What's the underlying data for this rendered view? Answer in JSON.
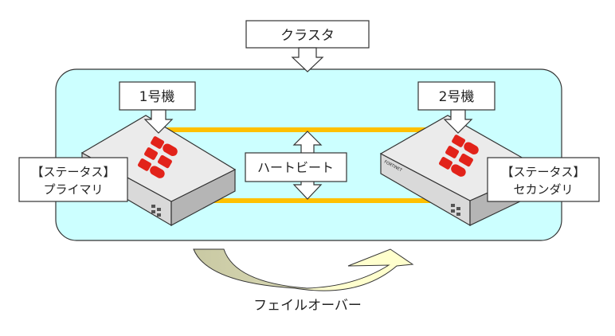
{
  "cluster": {
    "label": "クラスタ",
    "background": "#ccffff"
  },
  "heartbeat": {
    "label": "ハートビート",
    "line_color": "#ffc000"
  },
  "unit1": {
    "label": "1号機",
    "status_line1": "【ステータス】",
    "status_line2": "プライマリ"
  },
  "unit2": {
    "label": "2号機",
    "status_line1": "【ステータス】",
    "status_line2": "セカンダリ",
    "brand": "FORTINET"
  },
  "failover": {
    "label": "フェイルオーバー"
  },
  "colors": {
    "logo": "#e2231a",
    "device_top": "#ebebeb",
    "device_side": "#b5b5b5"
  }
}
